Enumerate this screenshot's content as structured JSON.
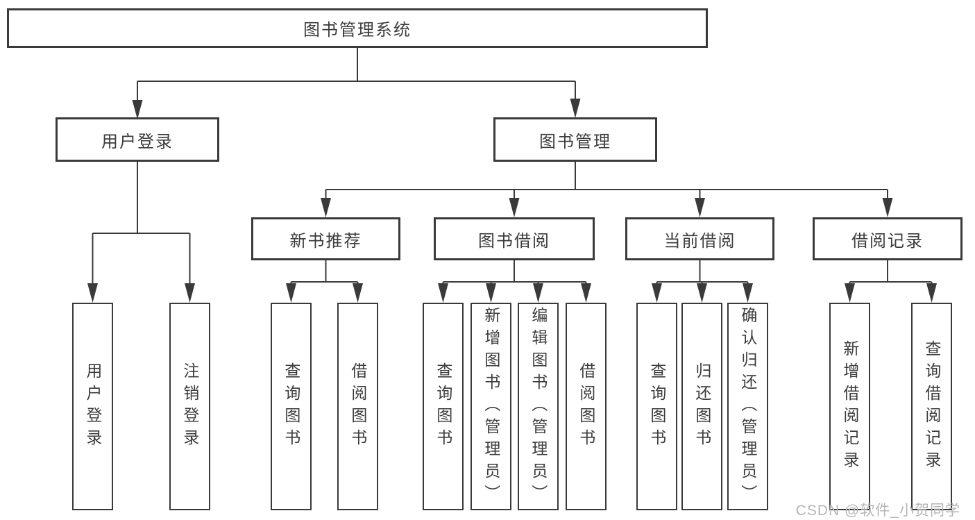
{
  "colors": {
    "line": "#3a3a3a",
    "box_border": "#3a3a3a",
    "text": "#3c3c3c",
    "watermark": "#b5b5b5",
    "background": "#ffffff"
  },
  "watermark": {
    "text": "CSDN @软件_小贺同学"
  },
  "tree": {
    "root": {
      "label": "图书管理系统",
      "children": [
        {
          "label": "用户登录",
          "children": [
            {
              "label": "用户登录"
            },
            {
              "label": "注销登录"
            }
          ]
        },
        {
          "label": "图书管理",
          "children": [
            {
              "label": "新书推荐",
              "children": [
                {
                  "label": "查询图书"
                },
                {
                  "label": "借阅图书"
                }
              ]
            },
            {
              "label": "图书借阅",
              "children": [
                {
                  "label": "查询图书"
                },
                {
                  "label": "新增图书（管理员）"
                },
                {
                  "label": "编辑图书（管理员）"
                },
                {
                  "label": "借阅图书"
                }
              ]
            },
            {
              "label": "当前借阅",
              "children": [
                {
                  "label": "查询图书"
                },
                {
                  "label": "归还图书"
                },
                {
                  "label": "确认归还（管理员）"
                }
              ]
            },
            {
              "label": "借阅记录",
              "children": [
                {
                  "label": "新增借阅记录"
                },
                {
                  "label": "查询借阅记录"
                }
              ]
            }
          ]
        }
      ]
    }
  }
}
